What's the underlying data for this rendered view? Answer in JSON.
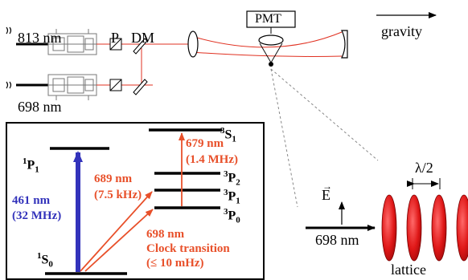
{
  "top": {
    "wl_813": "813 nm",
    "wl_698": "698 nm",
    "polarizer": "P",
    "dichroic": "DM",
    "detector": "PMT",
    "gravity": "gravity"
  },
  "levels": {
    "s0": {
      "sup": "1",
      "main": "S",
      "sub": "0"
    },
    "p1": {
      "sup": "1",
      "main": "P",
      "sub": "1"
    },
    "s1": {
      "sup": "3",
      "main": "S",
      "sub": "1"
    },
    "p2": {
      "sup": "3",
      "main": "P",
      "sub": "2"
    },
    "p1t": {
      "sup": "3",
      "main": "P",
      "sub": "1"
    },
    "p0": {
      "sup": "3",
      "main": "P",
      "sub": "0"
    }
  },
  "transitions": {
    "blue_wl": "461 nm",
    "blue_lw": "(32 MHz)",
    "t689_wl": "689 nm",
    "t689_lw": "(7.5 kHz)",
    "t679_wl": "679 nm",
    "t679_lw": "(1.4 MHz)",
    "t698_wl": "698 nm",
    "t698_desc": "Clock transition",
    "t698_lw": "(≤ 10 mHz)"
  },
  "lattice": {
    "field": "E",
    "half_wave": "λ/2",
    "probe_wl": "698 nm",
    "name": "lattice"
  },
  "colors": {
    "red": "#e8502a",
    "blue": "#3333bb",
    "beam": "#e03020",
    "disk": "#e01818"
  }
}
